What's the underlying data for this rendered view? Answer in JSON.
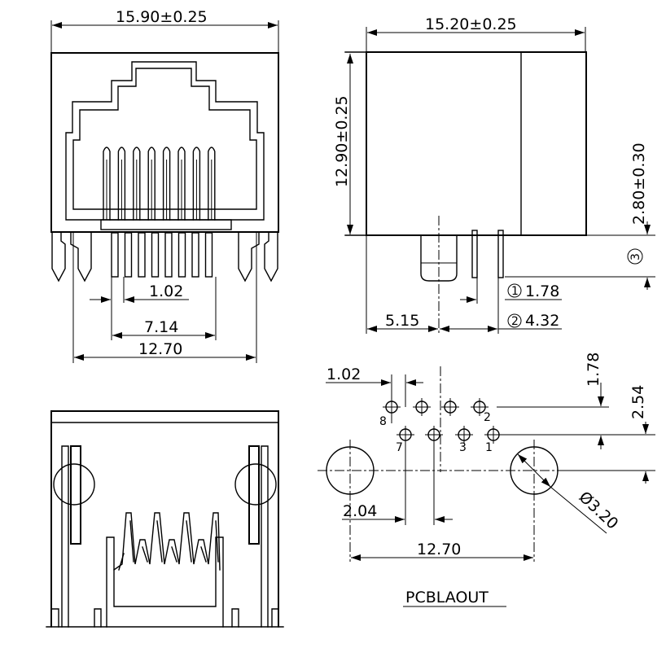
{
  "front_view": {
    "width_dim": "15.90±0.25",
    "pitch_dim": "1.02",
    "row_span_dim": "7.14",
    "post_span_dim": "12.70"
  },
  "side_view": {
    "length_dim": "15.20±0.25",
    "height_dim": "12.90±0.25",
    "offset_dim": "2.80±0.30",
    "pin_length_dim": "3",
    "post_offset_dim": "5.15",
    "callout_1": "1",
    "callout_1_value": "1.78",
    "callout_2": "2",
    "callout_2_value": "4.32"
  },
  "pcb_layout": {
    "title": "PCBLAOUT",
    "pitch_dim": "1.02",
    "row_offset_dim": "1.78",
    "row_to_post_dim": "2.54",
    "edge_dim": "2.04",
    "post_span_dim": "12.70",
    "hole_dim": "Ø3.20",
    "pin_labels": [
      "8",
      "2",
      "7",
      "3",
      "1"
    ]
  }
}
